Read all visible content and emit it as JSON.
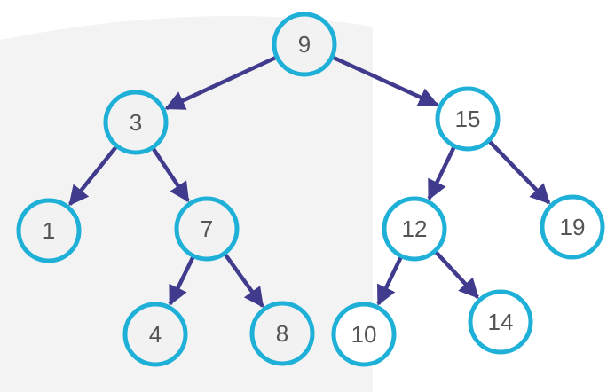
{
  "tree": {
    "edge_color": "#413b8d",
    "node_stroke_color": "#1fb0d8",
    "nodes": [
      {
        "id": "n9",
        "label": "9"
      },
      {
        "id": "n3",
        "label": "3"
      },
      {
        "id": "n15",
        "label": "15"
      },
      {
        "id": "n1",
        "label": "1"
      },
      {
        "id": "n7",
        "label": "7"
      },
      {
        "id": "n12",
        "label": "12"
      },
      {
        "id": "n19",
        "label": "19"
      },
      {
        "id": "n4",
        "label": "4"
      },
      {
        "id": "n8",
        "label": "8"
      },
      {
        "id": "n10",
        "label": "10"
      },
      {
        "id": "n14",
        "label": "14"
      }
    ],
    "edges": [
      {
        "from": "n9",
        "to": "n3"
      },
      {
        "from": "n9",
        "to": "n15"
      },
      {
        "from": "n3",
        "to": "n1"
      },
      {
        "from": "n3",
        "to": "n7"
      },
      {
        "from": "n7",
        "to": "n4"
      },
      {
        "from": "n7",
        "to": "n8"
      },
      {
        "from": "n15",
        "to": "n12"
      },
      {
        "from": "n15",
        "to": "n19"
      },
      {
        "from": "n12",
        "to": "n10"
      },
      {
        "from": "n12",
        "to": "n14"
      }
    ]
  }
}
